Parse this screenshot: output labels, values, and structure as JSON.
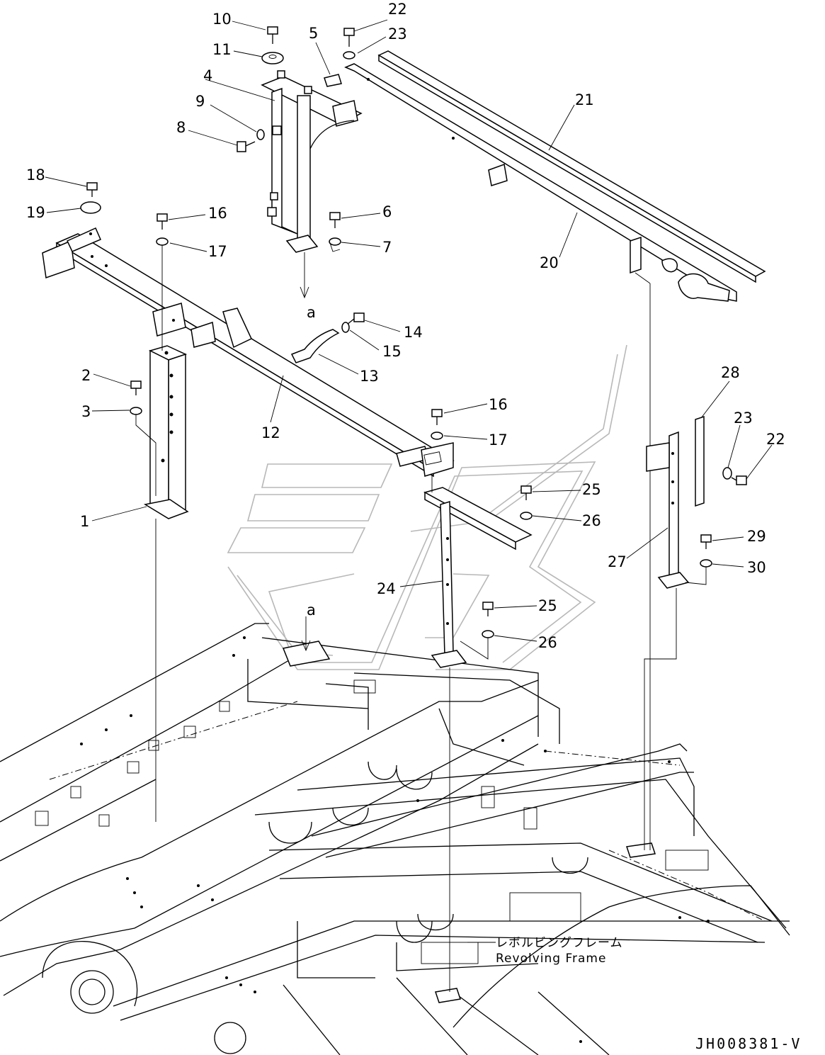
{
  "callouts": {
    "c1": "1",
    "c2": "2",
    "c3": "3",
    "c4": "4",
    "c5": "5",
    "c6": "6",
    "c7": "7",
    "c8": "8",
    "c9": "9",
    "c10": "10",
    "c11": "11",
    "c12": "12",
    "c13": "13",
    "c14": "14",
    "c15": "15",
    "c16a": "16",
    "c16b": "16",
    "c17a": "17",
    "c17b": "17",
    "c18": "18",
    "c19": "19",
    "c20": "20",
    "c21": "21",
    "c22a": "22",
    "c22b": "22",
    "c23a": "23",
    "c23b": "23",
    "c24": "24",
    "c25a": "25",
    "c25b": "25",
    "c26a": "26",
    "c26b": "26",
    "c27": "27",
    "c28": "28",
    "c29": "29",
    "c30": "30",
    "a_top": "a",
    "a_bottom": "a"
  },
  "frame_label": {
    "jp": "レボルビングフレーム",
    "en": "Revolving Frame"
  },
  "drawing_code": "JH008381-V",
  "colors": {
    "line": "#000000",
    "watermark": "#b8b8b8"
  }
}
